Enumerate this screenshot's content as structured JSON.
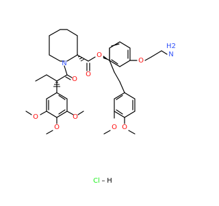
{
  "structure": {
    "atom_colors": {
      "C": "#000000",
      "N": "#3050F8",
      "O": "#FF0D0D",
      "Cl": "#1FF01F",
      "H": "#000000"
    },
    "bond_color": "#000000",
    "labels": {
      "n_piperidine": "N",
      "o_amide": "O",
      "o_ester_carbonyl": "O",
      "o_ester": "O",
      "o_ether": "O",
      "nh2_n": "N",
      "nh2_h2": "H2",
      "o_aryl_ome_a": "O",
      "o_aryl_ome_b": "O",
      "o_tmp_1": "O",
      "o_tmp_2": "O",
      "o_tmp_3": "O",
      "salt_cl": "Cl",
      "salt_dash": "–",
      "salt_h": "H"
    }
  }
}
